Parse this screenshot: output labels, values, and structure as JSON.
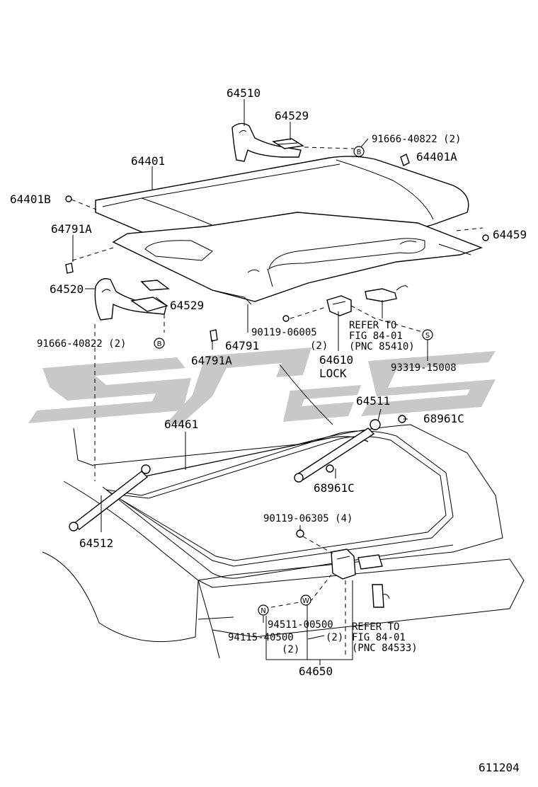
{
  "parts": {
    "p64510": "64510",
    "p64529a": "64529",
    "p91666a": "91666-40822 (2)",
    "p64401": "64401",
    "p64401A": "64401A",
    "p64401B": "64401B",
    "p64459": "64459",
    "p64791A_top": "64791A",
    "p64520": "64520",
    "p64529b": "64529",
    "p91666b": "91666-40822 (2)",
    "p90119a": "90119-06005",
    "p90119a_qty": "(2)",
    "p64791": "64791",
    "p64791A_bot": "64791A",
    "p64610": "64610",
    "p64610_name": "LOCK",
    "refer1_a": "REFER TO",
    "refer1_b": "FIG 84-01",
    "refer1_c": "(PNC 85410)",
    "p93319": "93319-15008",
    "p64511": "64511",
    "p68961C_a": "68961C",
    "p64461": "64461",
    "p68961C_b": "68961C",
    "p64512": "64512",
    "p90119b": "90119-06305 (4)",
    "p94511": "94511-00500",
    "p94115": "94115-40500",
    "p94115_qty": "(2)",
    "p94511_qty": "(2)",
    "refer2_a": "REFER TO",
    "refer2_b": "FIG 84-01",
    "refer2_c": "(PNC 84533)",
    "p64650": "64650"
  },
  "symbols": {
    "B": "B",
    "S": "S",
    "N": "N",
    "W": "W"
  },
  "figure_number": "611204"
}
